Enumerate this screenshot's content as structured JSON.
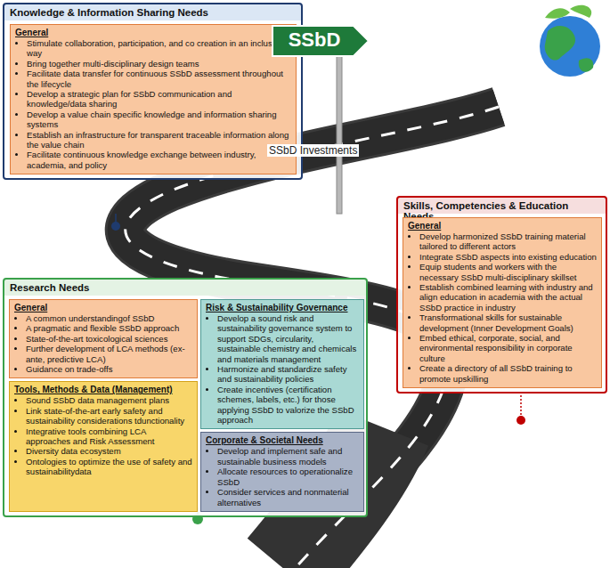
{
  "diagram": {
    "nodes": [
      {
        "text": [
          "Knowledge & Information Sharing Needs"
        ]
      },
      {
        "text": [
          "General",
          "Stimulate collaboration, participation, and co creation in an inclusive way",
          "Bring together multi-disciplinary design teams",
          "Facilitate data transfer for continuous SSbD assessment throughout the lifecycle",
          "Develop a strategic plan for SSbD communication and knowledge/data sharing",
          "Develop a value chain specific knowledge and information sharing systems",
          "Establish an infrastructure for transparent traceable information along the value chain",
          "Facilitate continuous knowledge exchange between industry, academia, and policy"
        ],
        "in": 0
      },
      {
        "text": [
          "Skills, Competencies & Education Needs"
        ]
      },
      {
        "text": [
          "General",
          "Develop harmonized SSbD training material tailored to different actors",
          "Integrate SSbD aspects into existing education",
          "Equip students and workers with the necessary SSbD multi-disciplinary skillset",
          "Establish combined learning with industry and align education in academia with the actual SSbD practice in industry",
          "Transformational skills for sustainable development (Inner Development Goals)",
          "Embed ethical, corporate, social, and environmental responsibility in corporate culture",
          "Create a directory of all SSbD training to promote upskilling"
        ],
        "in": 2
      },
      {
        "text": [
          "Research Needs"
        ]
      },
      {
        "text": [
          "General",
          "A common understandingof SSbD",
          "A pragmatic and flexible SSbD approach",
          "State-of-the-art toxicological sciences",
          "Further development of LCA methods (ex-ante, predictive LCA)",
          "Guidance on trade-offs"
        ],
        "in": 4
      },
      {
        "text": [
          "Tools, Methods & Data (Management)",
          "Sound SSbD data management plans",
          "Link state-of-the-art early safety and sustainability considerations tdunctionality",
          "Integrative tools combining LCA approaches and Risk Assessment",
          "Diversity data ecosystem",
          "Ontologies to optimize the use of safety and sustainabilitydata"
        ],
        "in": 4
      },
      {
        "text": [
          "Risk & Sustainability Governance",
          "Develop a sound risk and sustainability governance system to support SDGs, circularity, sustainable chemistry and chemicals and materials management",
          "Harmonize and standardize safety and sustainability policies",
          "Create incentives (certification schemes, labels, etc.) for those applying SSbD to valorize the SSbD approach"
        ],
        "in": 4
      },
      {
        "text": [
          "Corporate & Societal Needs",
          "Develop and implement safe and sustainable business models",
          "Allocate resources to operationalize SSbD",
          "Consider services and nonmaterial alternatives"
        ],
        "in": 4
      },
      {
        "text": [
          "SSbD"
        ]
      }
    ],
    "labels": [
      "SSbD Investments"
    ]
  }
}
